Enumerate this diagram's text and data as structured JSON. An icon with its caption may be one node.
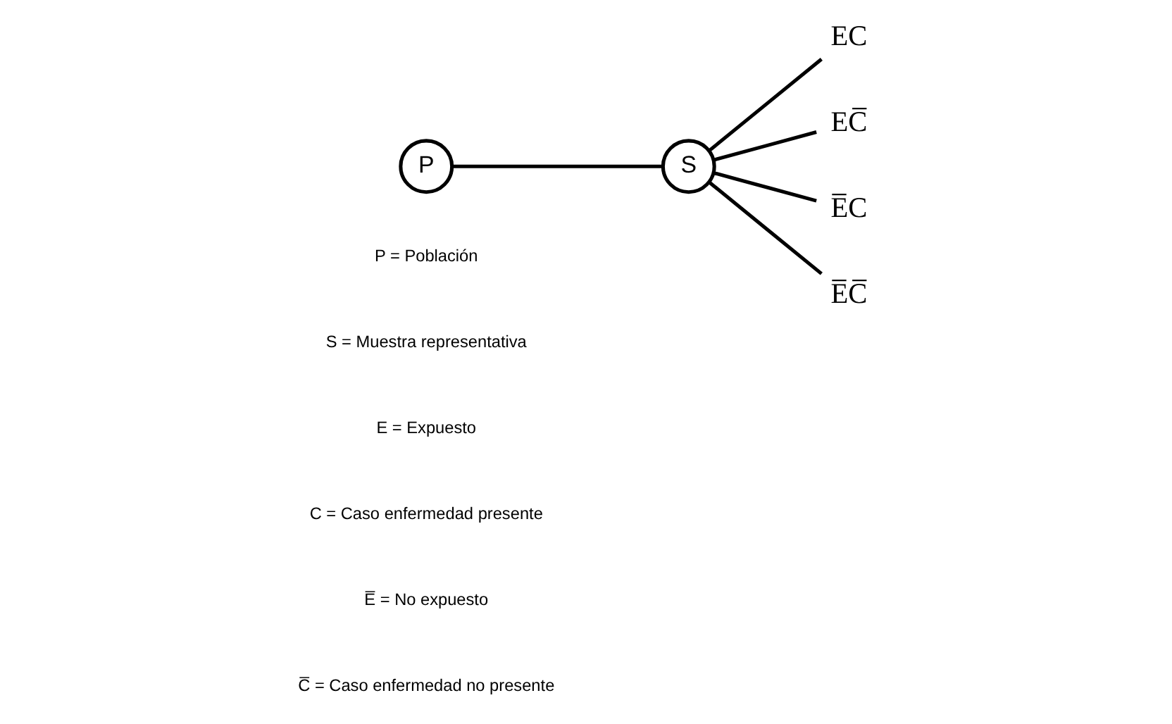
{
  "diagram": {
    "nodes": [
      {
        "text": [
          "P"
        ]
      },
      {
        "text": [
          "S"
        ]
      },
      {
        "text": [
          "EC"
        ]
      },
      {
        "text": [
          "EC̅"
        ]
      },
      {
        "text": [
          "E̅C"
        ]
      },
      {
        "text": [
          "E̅C̅"
        ]
      }
    ],
    "edges": [
      {
        "from": 0,
        "to": 1,
        "arrow": "none"
      },
      {
        "from": 1,
        "to": 2,
        "arrow": "none"
      },
      {
        "from": 1,
        "to": 3,
        "arrow": "none"
      },
      {
        "from": 1,
        "to": 4,
        "arrow": "none"
      },
      {
        "from": 1,
        "to": 5,
        "arrow": "none"
      }
    ],
    "labels": [
      "P = Población",
      "S = Muestra representativa",
      "E = Expuesto",
      "C = Caso enfermedad presente",
      "E̅ = No expuesto",
      "C̅ = Caso enfermedad no presente"
    ]
  }
}
